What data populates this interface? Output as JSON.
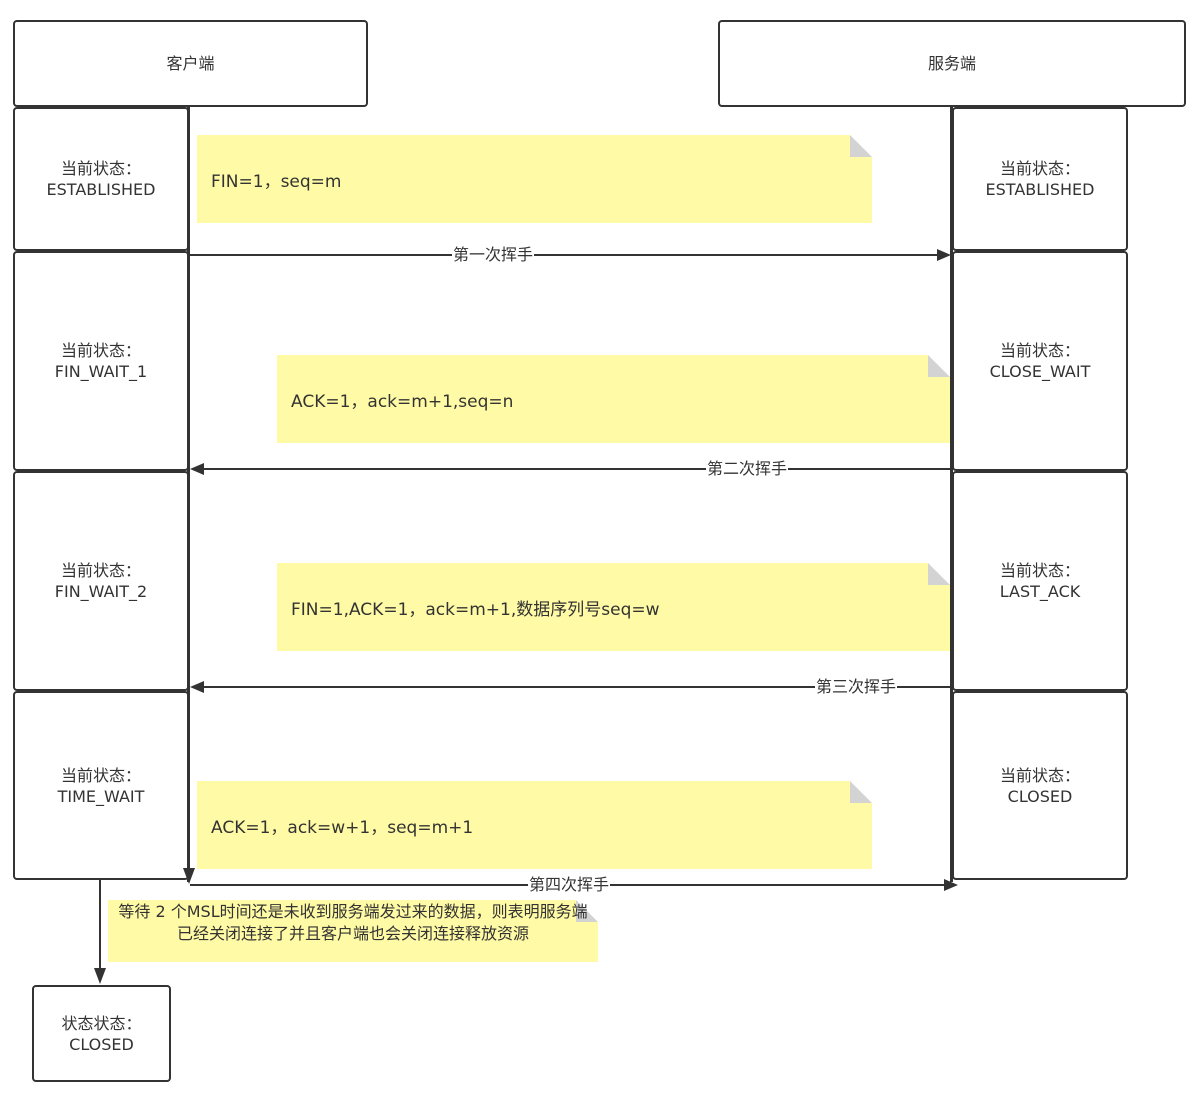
{
  "headers": {
    "client": "客户端",
    "server": "服务端"
  },
  "client_states": [
    {
      "prefix": "当前状态：",
      "state": "ESTABLISHED"
    },
    {
      "prefix": "当前状态：",
      "state": "FIN_WAIT_1"
    },
    {
      "prefix": "当前状态：",
      "state": "FIN_WAIT_2"
    },
    {
      "prefix": "当前状态：",
      "state": "TIME_WAIT"
    }
  ],
  "server_states": [
    {
      "prefix": "当前状态：",
      "state": "ESTABLISHED"
    },
    {
      "prefix": "当前状态：",
      "state": "CLOSE_WAIT"
    },
    {
      "prefix": "当前状态：",
      "state": "LAST_ACK"
    },
    {
      "prefix": "当前状态：",
      "state": "CLOSED"
    }
  ],
  "messages": [
    {
      "note": "FIN=1，seq=m",
      "label": "第一次挥手",
      "direction": "client-to-server"
    },
    {
      "note": "ACK=1，ack=m+1,seq=n",
      "label": "第二次挥手",
      "direction": "server-to-client"
    },
    {
      "note": "FIN=1,ACK=1，ack=m+1,数据序列号seq=w",
      "label": "第三次挥手",
      "direction": "server-to-client"
    },
    {
      "note": "ACK=1，ack=w+1，seq=m+1",
      "label": "第四次挥手",
      "direction": "client-to-server"
    }
  ],
  "time_wait_note": "等待 2 个MSL时间还是未收到服务端发过来的数据，则表明服务端已经关闭连接了并且客户端也会关闭连接释放资源",
  "final_state": {
    "prefix": "状态状态：",
    "state": "CLOSED"
  },
  "colors": {
    "note_fill": "#fffaa5",
    "note_fold": "#d3d3d3",
    "line": "#333333"
  }
}
